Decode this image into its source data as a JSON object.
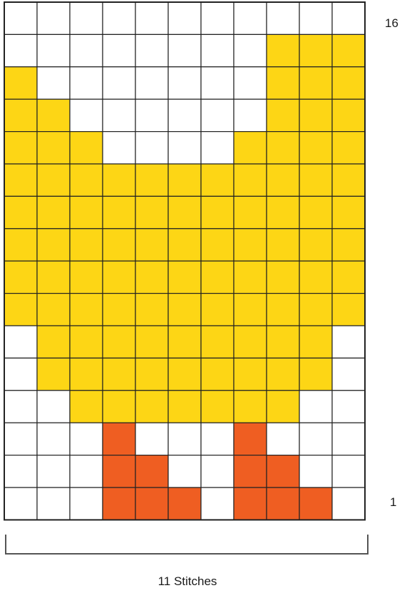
{
  "chart_data": {
    "type": "knitting-colorwork-chart",
    "columns": 11,
    "rows": 16,
    "row_labels": {
      "top": "16",
      "bottom": "1"
    },
    "stitch_label": "11 Stitches",
    "colors": {
      "background": "#ffffff",
      "yellow": "#fdd615",
      "orange": "#ef5e22",
      "grid": "#222222",
      "bracket": "#555555"
    },
    "grid_rows_top_to_bottom": [
      "...........",
      "........YYY",
      "Y.......YYY",
      "YY......YYY",
      "YYY....YYYY",
      "YYYYYYYYYYY",
      "YYYYYYYYYYY",
      "YYYYYYYYYYY",
      "YYYYYYYYYYY",
      "YYYYYYYYYYY",
      ".YYYYYYYYY.",
      ".YYYYYYYYY.",
      "..YYYYYYY..",
      "...O...O...",
      "...OO..OO..",
      "...OOO.OOO."
    ]
  }
}
